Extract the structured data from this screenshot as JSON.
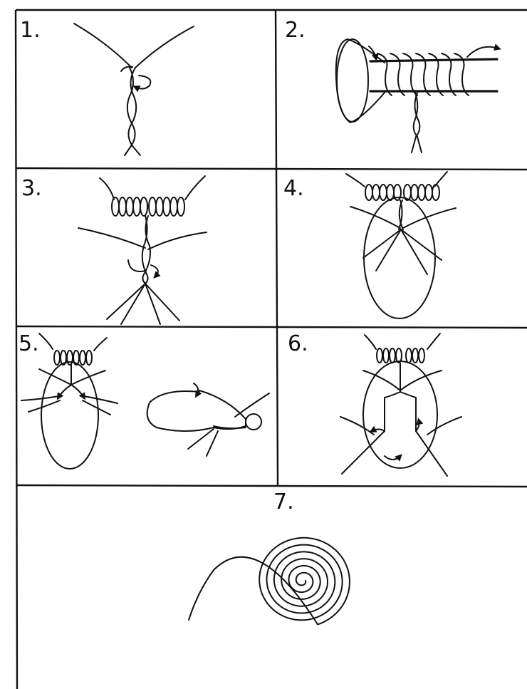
{
  "steps": [
    {
      "label": "1."
    },
    {
      "label": "2."
    },
    {
      "label": "3."
    },
    {
      "label": "4."
    },
    {
      "label": "5."
    },
    {
      "label": "6."
    },
    {
      "label": "7."
    }
  ]
}
